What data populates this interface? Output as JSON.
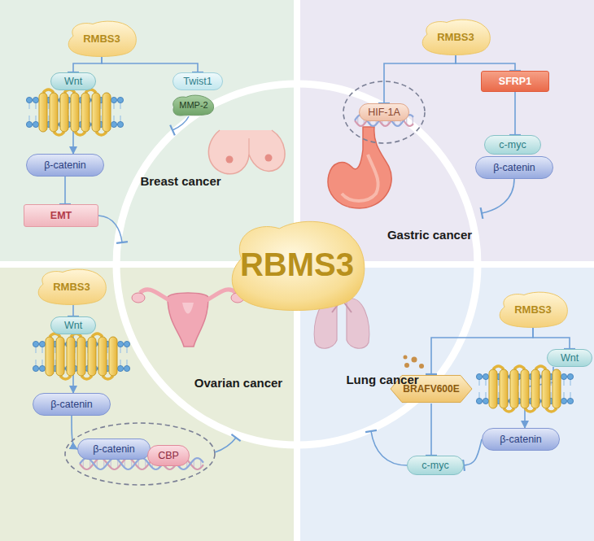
{
  "diagram": {
    "nodes": [
      {
        "text": [
          "RMBS3"
        ]
      },
      {
        "text": [
          "Wnt"
        ]
      },
      {
        "text": [
          "Twist1"
        ]
      },
      {
        "text": [
          "MMP-2"
        ]
      },
      {
        "text": [
          "β-catenin"
        ]
      },
      {
        "text": [
          "EMT"
        ]
      },
      {
        "text": [
          "RMBS3"
        ]
      },
      {
        "text": [
          "HIF-1A"
        ]
      },
      {
        "text": [
          "SFRP1"
        ]
      },
      {
        "text": [
          "c-myc"
        ]
      },
      {
        "text": [
          "β-catenin"
        ]
      },
      {
        "text": [
          "RBMS3"
        ]
      },
      {
        "text": [
          "RMBS3"
        ]
      },
      {
        "text": [
          "Wnt"
        ]
      },
      {
        "text": [
          "β-catenin"
        ]
      },
      {
        "text": [
          "β-catenin"
        ]
      },
      {
        "text": [
          "CBP"
        ]
      },
      {
        "text": [
          "RMBS3"
        ]
      },
      {
        "text": [
          "BRAFV600E"
        ]
      },
      {
        "text": [
          "Wnt"
        ]
      },
      {
        "text": [
          "c-myc"
        ]
      },
      {
        "text": [
          "β-catenin"
        ]
      }
    ],
    "edges": [
      {
        "from": 0,
        "to": 1,
        "arrow": "to"
      },
      {
        "from": 0,
        "to": 2,
        "arrow": "to"
      },
      {
        "from": 1,
        "to": 4,
        "arrow": "to"
      },
      {
        "from": 4,
        "to": 5,
        "arrow": "to"
      },
      {
        "from": 6,
        "to": 7,
        "arrow": "to"
      },
      {
        "from": 6,
        "to": 8,
        "arrow": "to"
      },
      {
        "from": 8,
        "to": 9,
        "arrow": "to"
      },
      {
        "from": 12,
        "to": 13,
        "arrow": "to"
      },
      {
        "from": 13,
        "to": 14,
        "arrow": "to"
      },
      {
        "from": 14,
        "to": 15,
        "arrow": "to"
      },
      {
        "from": 17,
        "to": 18,
        "arrow": "to"
      },
      {
        "from": 17,
        "to": 19,
        "arrow": "to"
      },
      {
        "from": 19,
        "to": 21,
        "arrow": "to"
      },
      {
        "from": 21,
        "to": 20,
        "arrow": "to"
      },
      {
        "from": 18,
        "to": 20,
        "arrow": "to"
      }
    ],
    "labels": [
      "Breast cancer",
      "Gastric cancer",
      "Ovarian cancer",
      "Lung cancer"
    ]
  }
}
